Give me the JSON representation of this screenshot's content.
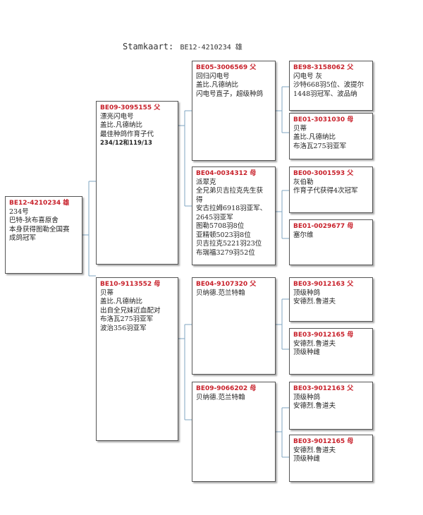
{
  "title": {
    "label": "Stamkaart:",
    "ring": "BE12-4210234 雄"
  },
  "pigeons": {
    "root": {
      "ring": "BE12-4210234 雄",
      "lines": [
        "234号",
        "巴特-狄布喜原舍",
        "本身获得图勒全国赛",
        "成鸽冠军"
      ]
    },
    "sire": {
      "ring": "BE09-3095155 父",
      "lines": [
        "漂亮闪电号",
        "盖比.凡德纳比",
        "最佳种鸽作育子代",
        "234/12和119/13"
      ]
    },
    "dam": {
      "ring": "BE10-9113552 母",
      "lines": [
        "贝蒂",
        "盖比.凡德纳比",
        "出自全兄妹近血配对",
        "布洛瓦275羽亚军",
        "波治356羽亚军"
      ]
    },
    "ss": {
      "ring": "BE05-3006569 父",
      "lines": [
        "回归闪电号",
        "盖比.凡德纳比",
        "闪电号直子，超级种鸽"
      ]
    },
    "sd": {
      "ring": "BE04-0034312 母",
      "lines": [
        "派翠克",
        "全兄弟贝吉拉克先生获",
        "得",
        "安古拉姆6918羽亚军、",
        "2645羽亚军",
        "图勒5708羽8位",
        "亚精顿5023羽8位",
        "贝吉拉克5221羽23位",
        "布瑞福3279羽52位"
      ]
    },
    "ds": {
      "ring": "BE04-9107320 父",
      "lines": [
        "贝纳德.范兰特翰"
      ]
    },
    "dd": {
      "ring": "BE09-9066202 母",
      "lines": [
        "贝纳德.范兰特翰"
      ]
    },
    "sss": {
      "ring": "BE98-3158062 父",
      "lines": [
        "闪电号 灰",
        "沙特668羽5位、波提尔",
        "1448羽冠军、波品纳"
      ]
    },
    "ssd": {
      "ring": "BE01-3031030 母",
      "lines": [
        "贝蒂",
        "盖比.凡德纳比",
        "布洛瓦275羽亚军"
      ]
    },
    "sds": {
      "ring": "BE00-3001593 父",
      "lines": [
        "灰伯勒",
        "作育子代获得4次冠军"
      ]
    },
    "sdd": {
      "ring": "BE01-0029677 母",
      "lines": [
        "塞尔维"
      ]
    },
    "dss": {
      "ring": "BE03-9012163 父",
      "lines": [
        "顶级种鸽",
        "安德烈.鲁道夫"
      ]
    },
    "dsd": {
      "ring": "BE03-9012165 母",
      "lines": [
        "安德烈.鲁道夫",
        "顶级种雌"
      ]
    },
    "dds": {
      "ring": "BE03-9012163 父",
      "lines": [
        "顶级种鸽",
        "安德烈.鲁道夫"
      ]
    },
    "ddd": {
      "ring": "BE03-9012165 母",
      "lines": [
        "安德烈.鲁道夫",
        "顶级种雌"
      ]
    }
  },
  "colors": {
    "ring_text": "#c8202a",
    "connector": "#7fa5c2",
    "border": "#555555"
  }
}
